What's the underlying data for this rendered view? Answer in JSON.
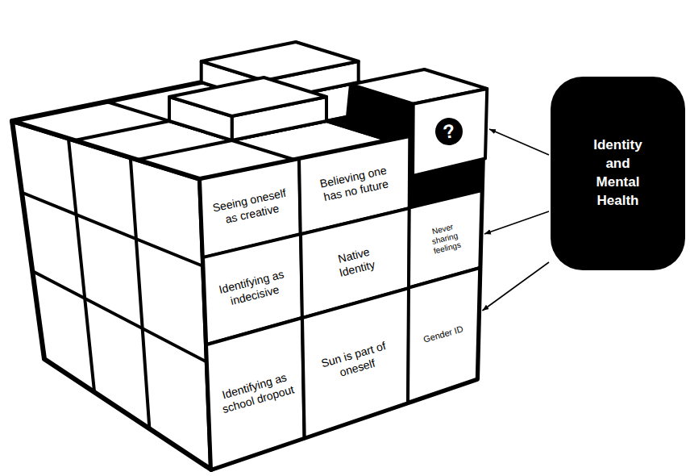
{
  "diagram": {
    "nodes": [
      {
        "text": [
          "Seeing oneself as creative"
        ]
      },
      {
        "text": [
          "Believing one has no future"
        ]
      },
      {
        "text": [
          "?"
        ]
      },
      {
        "text": [
          "Identifying as indecisive"
        ]
      },
      {
        "text": [
          "Native Identity"
        ]
      },
      {
        "text": [
          "Never sharing feelings"
        ]
      },
      {
        "text": [
          "Identifying as school dropout"
        ]
      },
      {
        "text": [
          "Sun is part of oneself"
        ]
      },
      {
        "text": [
          "Gender ID"
        ]
      },
      {
        "text": [
          "Identity and Mental Health"
        ]
      }
    ],
    "edges": [
      {
        "from": 9,
        "to": 2,
        "arrow": "to"
      },
      {
        "from": 9,
        "to": 5,
        "arrow": "to"
      },
      {
        "from": 9,
        "to": 8,
        "arrow": "to"
      }
    ]
  }
}
